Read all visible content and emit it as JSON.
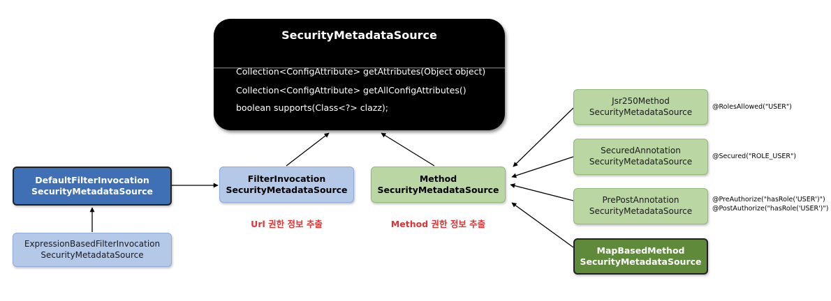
{
  "interface": {
    "title": "SecurityMetadataSource",
    "methods": [
      "Collection<ConfigAttribute> getAttributes(Object object)",
      "Collection<ConfigAttribute> getAllConfigAttributes()",
      "boolean supports(Class<?> clazz);"
    ]
  },
  "nodes": {
    "default_filter": {
      "line1": "DefaultFilterInvocation",
      "line2": "SecurityMetadataSource"
    },
    "expression_filter": {
      "line1": "ExpressionBasedFilterInvocation",
      "line2": "SecurityMetadataSource"
    },
    "filter_invocation": {
      "line1": "FilterInvocation",
      "line2": "SecurityMetadataSource"
    },
    "method": {
      "line1": "Method",
      "line2": "SecurityMetadataSource"
    },
    "jsr250": {
      "line1": "Jsr250Method",
      "line2": "SecurityMetadataSource"
    },
    "secured": {
      "line1": "SecuredAnnotation",
      "line2": "SecurityMetadataSource"
    },
    "prepost": {
      "line1": "PrePostAnnotation",
      "line2": "SecurityMetadataSource"
    },
    "mapbased": {
      "line1": "MapBasedMethod",
      "line2": "SecurityMetadataSource"
    }
  },
  "captions": {
    "url": "Url 권한 정보 추출",
    "method": "Method 권한 정보 추출"
  },
  "annotations": {
    "jsr250": "@RolesAllowed(\"USER\")",
    "secured": "@Secured(\"ROLE_USER\")",
    "prepost_line1": "@PreAuthorize(\"hasRole('USER')\")",
    "prepost_line2": "@PostAuthorize(\"hasRole('USER')\")"
  },
  "colors": {
    "interface_bg": "#000000",
    "dark_blue": "#3f6fb4",
    "light_blue": "#b4c8e8",
    "light_green": "#b9d6a3",
    "dark_green": "#5e8a3a",
    "caption_red": "#e03434"
  }
}
